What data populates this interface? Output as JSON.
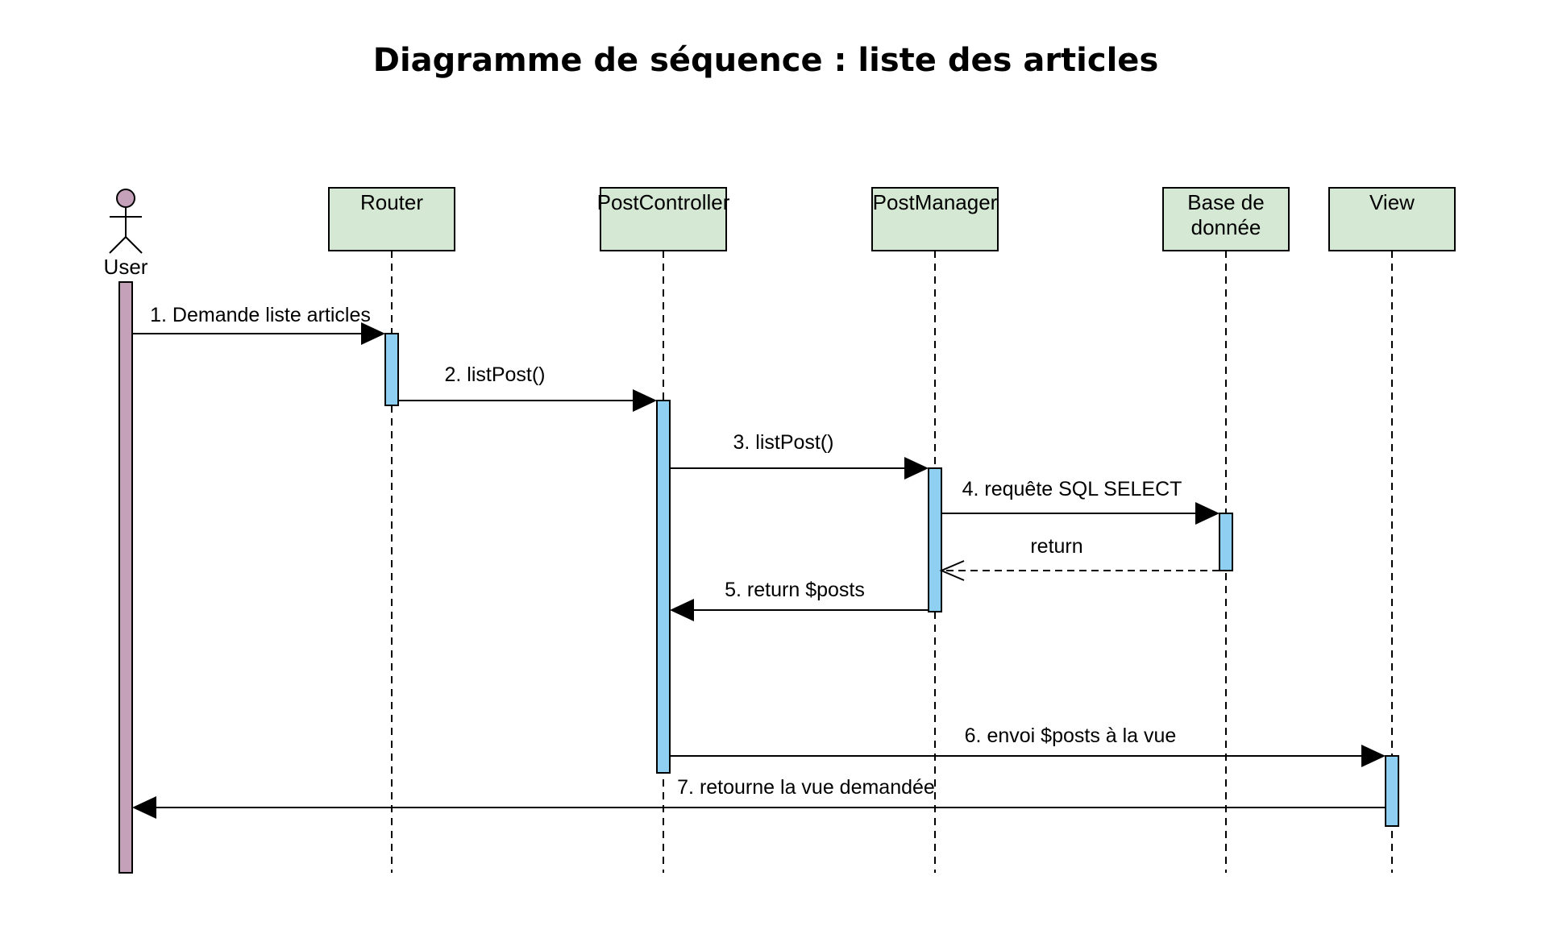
{
  "title": "Diagramme de séquence : liste des articles",
  "colors": {
    "participant_fill": "#d5e8d4",
    "activation_fill": "#8fcff1",
    "actor_fill": "#c4a0b9",
    "line": "#000000"
  },
  "actor": {
    "label": "User"
  },
  "participants": [
    {
      "id": "router",
      "lines": [
        "Router"
      ]
    },
    {
      "id": "postcontroller",
      "lines": [
        "PostController"
      ]
    },
    {
      "id": "postmanager",
      "lines": [
        "PostManager"
      ]
    },
    {
      "id": "base",
      "lines": [
        "Base de",
        "donnée"
      ]
    },
    {
      "id": "view",
      "lines": [
        "View"
      ]
    }
  ],
  "messages": [
    {
      "label": "1. Demande liste articles",
      "from": "user",
      "to": "router",
      "kind": "sync"
    },
    {
      "label": "2. listPost()",
      "from": "router",
      "to": "postcontroller",
      "kind": "sync"
    },
    {
      "label": "3. listPost()",
      "from": "postcontroller",
      "to": "postmanager",
      "kind": "sync"
    },
    {
      "label": "4. requête SQL SELECT",
      "from": "postmanager",
      "to": "base",
      "kind": "sync"
    },
    {
      "label": "return",
      "from": "base",
      "to": "postmanager",
      "kind": "return"
    },
    {
      "label": "5. return $posts",
      "from": "postmanager",
      "to": "postcontroller",
      "kind": "sync"
    },
    {
      "label": "6. envoi $posts à la vue",
      "from": "postcontroller",
      "to": "view",
      "kind": "sync"
    },
    {
      "label": "7. retourne la vue demandée",
      "from": "view",
      "to": "user",
      "kind": "sync"
    }
  ]
}
